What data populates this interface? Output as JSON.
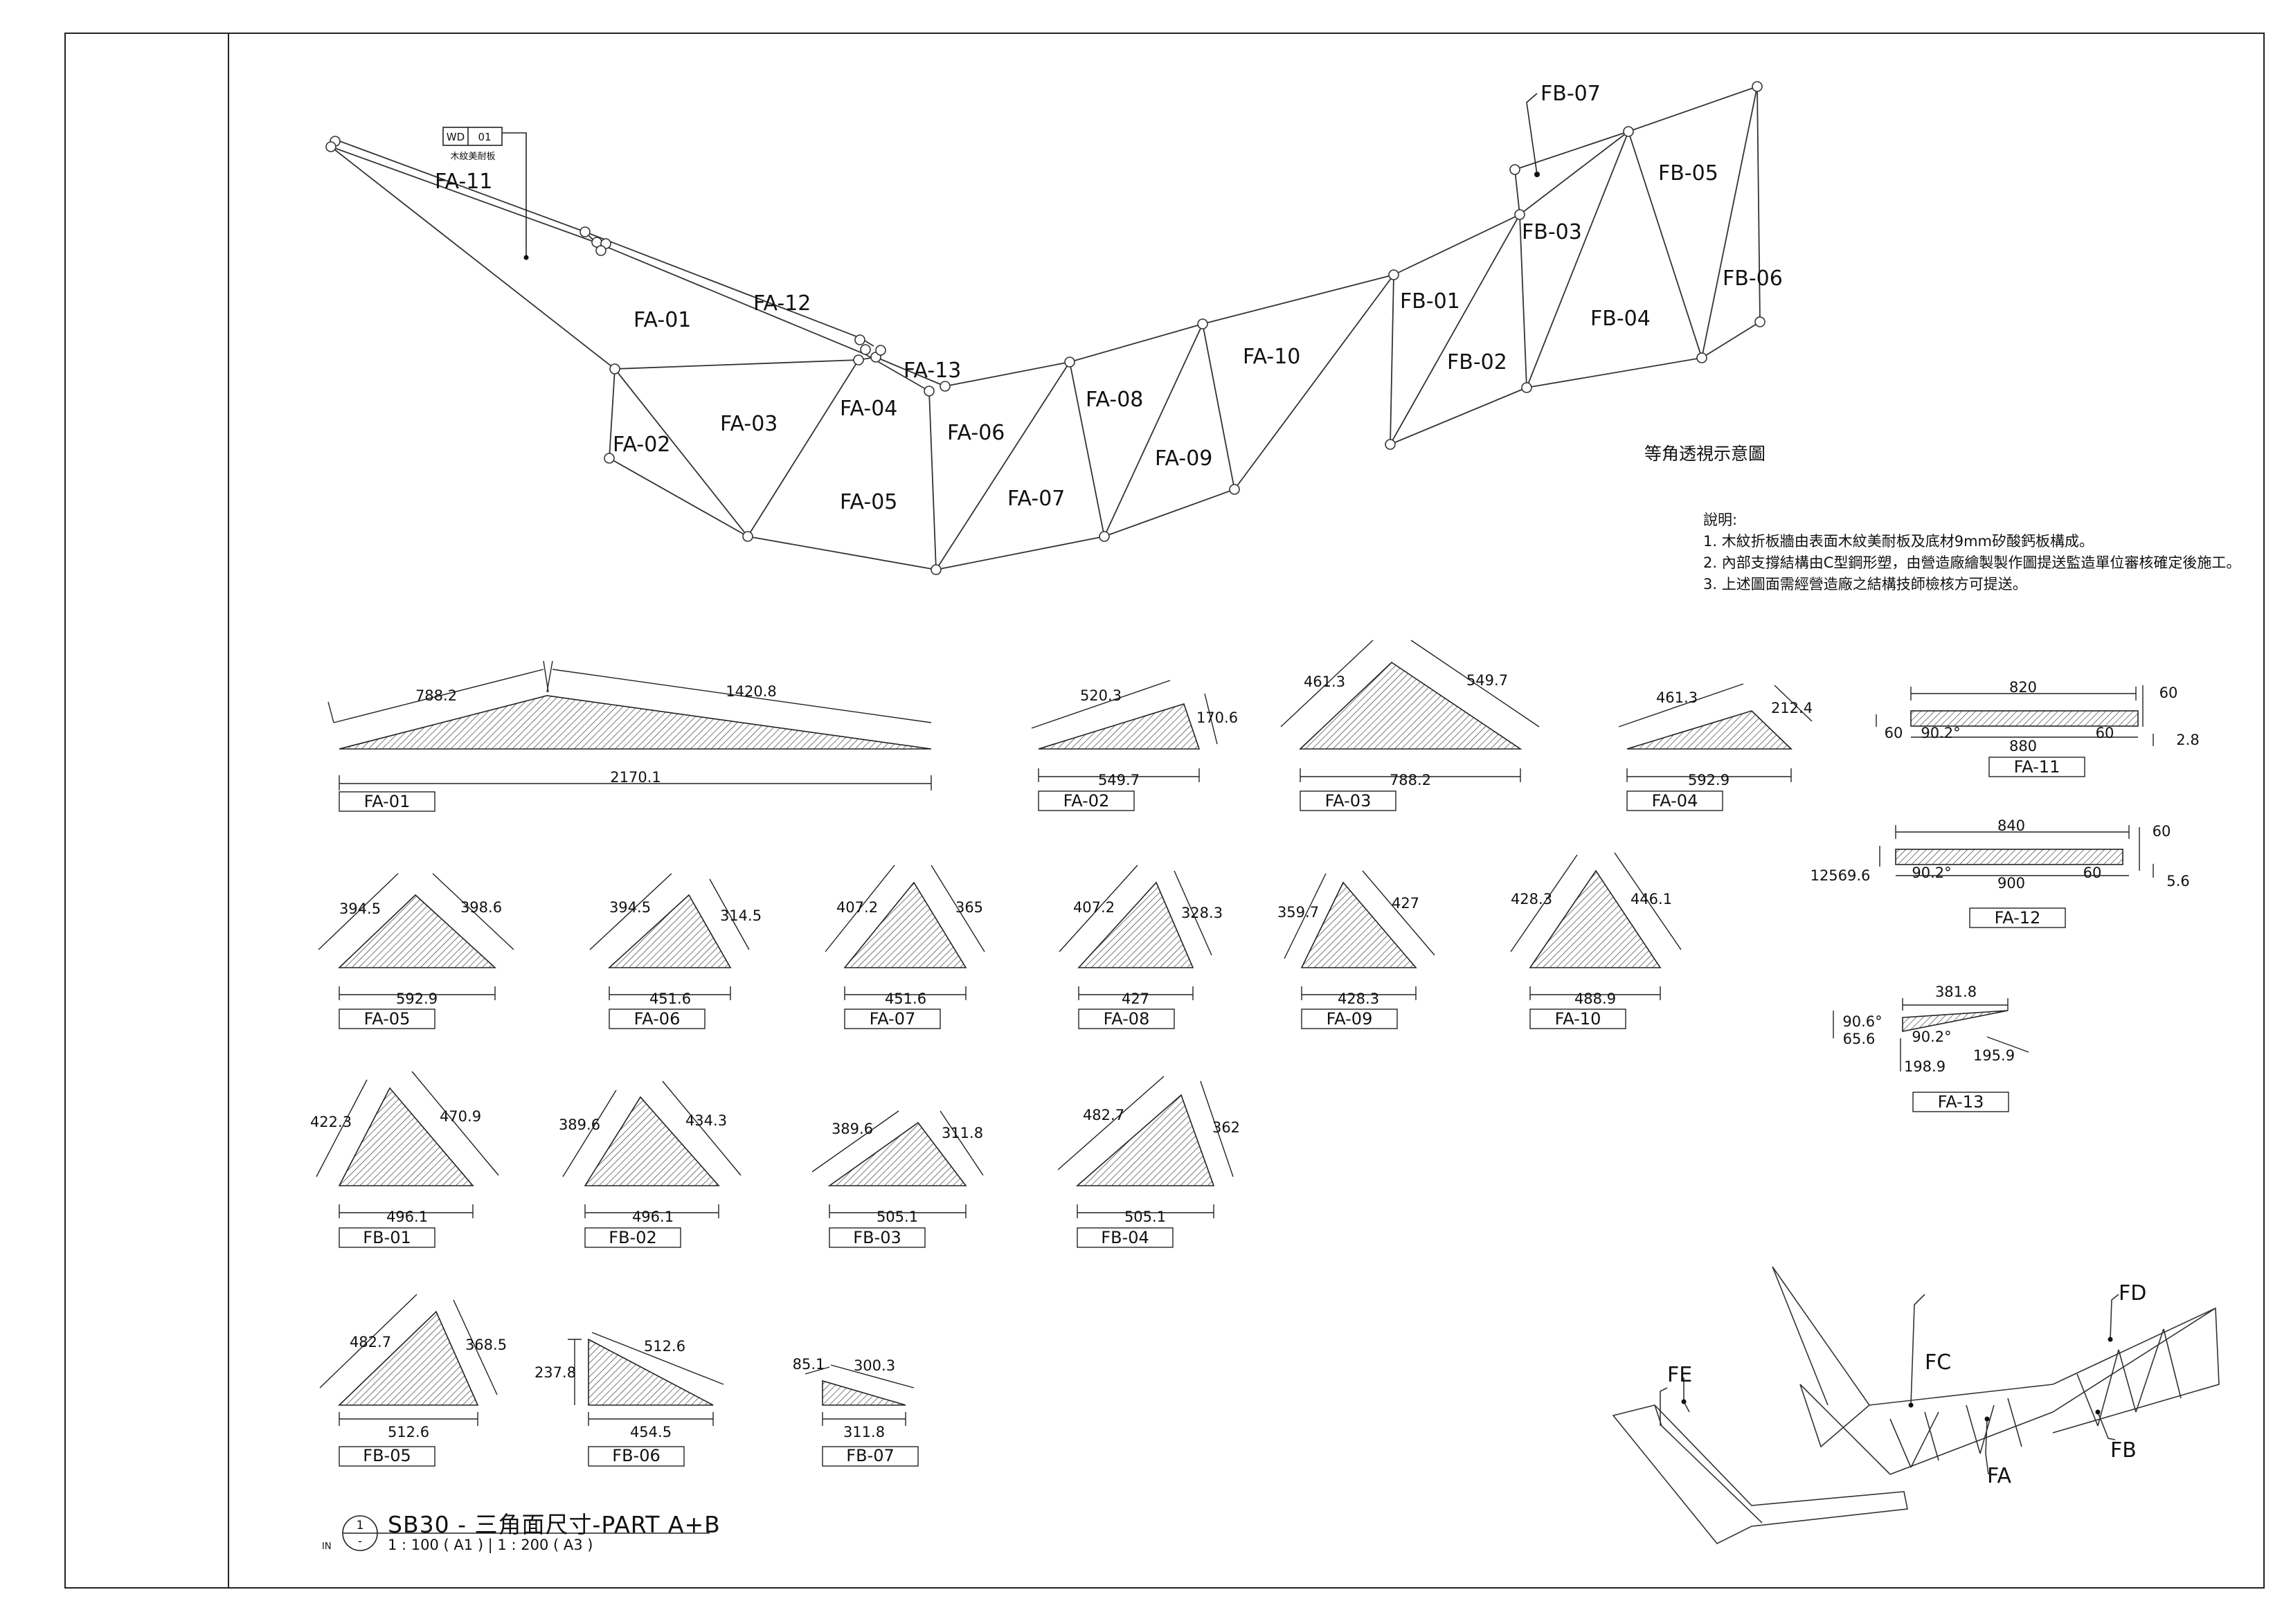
{
  "drawing": {
    "title": "SB30 - 三角面尺寸-PART A+B",
    "scale": "1 : 100 ( A1 ) | 1 : 200 ( A3 )",
    "callout": {
      "number": "1",
      "sheet": "-",
      "prefix": "IN"
    }
  },
  "iso_view": {
    "title": "等角透視示意圖",
    "tag": {
      "code": "WD",
      "number": "01",
      "material": "木紋美耐板"
    },
    "labels": [
      "FA-11",
      "FA-12",
      "FA-01",
      "FA-13",
      "FA-02",
      "FA-03",
      "FA-04",
      "FA-05",
      "FA-06",
      "FA-07",
      "FA-08",
      "FA-09",
      "FA-10",
      "FB-01",
      "FB-02",
      "FB-03",
      "FB-04",
      "FB-05",
      "FB-06",
      "FB-07"
    ]
  },
  "notes": {
    "heading": "說明:",
    "items": [
      "1. 木紋折板牆由表面木紋美耐板及底材9mm矽酸鈣板構成。",
      "2. 內部支撐結構由C型鋼形塑，由營造廠繪製製作圖提送監造單位審核確定後施工。",
      "3. 上述圖面需經營造廠之結構技師檢核方可提送。"
    ]
  },
  "panels": [
    {
      "label": "FA-01",
      "dims": [
        "788.2",
        "1420.8",
        "2170.1"
      ]
    },
    {
      "label": "FA-02",
      "dims": [
        "520.3",
        "170.6",
        "549.7"
      ]
    },
    {
      "label": "FA-03",
      "dims": [
        "461.3",
        "549.7",
        "788.2"
      ]
    },
    {
      "label": "FA-04",
      "dims": [
        "461.3",
        "212.4",
        "592.9"
      ]
    },
    {
      "label": "FA-05",
      "dims": [
        "394.5",
        "398.6",
        "592.9"
      ]
    },
    {
      "label": "FA-06",
      "dims": [
        "394.5",
        "314.5",
        "451.6"
      ]
    },
    {
      "label": "FA-07",
      "dims": [
        "407.2",
        "365",
        "451.6"
      ]
    },
    {
      "label": "FA-08",
      "dims": [
        "407.2",
        "328.3",
        "427"
      ]
    },
    {
      "label": "FA-09",
      "dims": [
        "359.7",
        "427",
        "428.3"
      ]
    },
    {
      "label": "FA-10",
      "dims": [
        "428.3",
        "446.1",
        "488.9"
      ]
    },
    {
      "label": "FB-01",
      "dims": [
        "422.3",
        "470.9",
        "496.1"
      ]
    },
    {
      "label": "FB-02",
      "dims": [
        "389.6",
        "434.3",
        "496.1"
      ]
    },
    {
      "label": "FB-03",
      "dims": [
        "389.6",
        "311.8",
        "505.1"
      ]
    },
    {
      "label": "FB-04",
      "dims": [
        "482.7",
        "362",
        "505.1"
      ]
    },
    {
      "label": "FB-05",
      "dims": [
        "482.7",
        "368.5",
        "512.6"
      ]
    },
    {
      "label": "FB-06",
      "dims": [
        "237.8",
        "512.6",
        "454.5"
      ]
    },
    {
      "label": "FB-07",
      "dims": [
        "85.1",
        "300.3",
        "311.8"
      ]
    }
  ],
  "strips": [
    {
      "label": "FA-11",
      "dims": [
        "820",
        "60",
        "60",
        "90.2°",
        "60",
        "880",
        "2.8"
      ]
    },
    {
      "label": "FA-12",
      "dims": [
        "840",
        "60",
        "12569.6",
        "90.2°",
        "60",
        "900",
        "5.6"
      ]
    },
    {
      "label": "FA-13",
      "dims": [
        "381.8",
        "90.6°",
        "65.6",
        "90.2°",
        "198.9",
        "195.9"
      ]
    }
  ],
  "key_plan": {
    "labels": [
      "FD",
      "FE",
      "FC",
      "FB",
      "FA"
    ]
  }
}
